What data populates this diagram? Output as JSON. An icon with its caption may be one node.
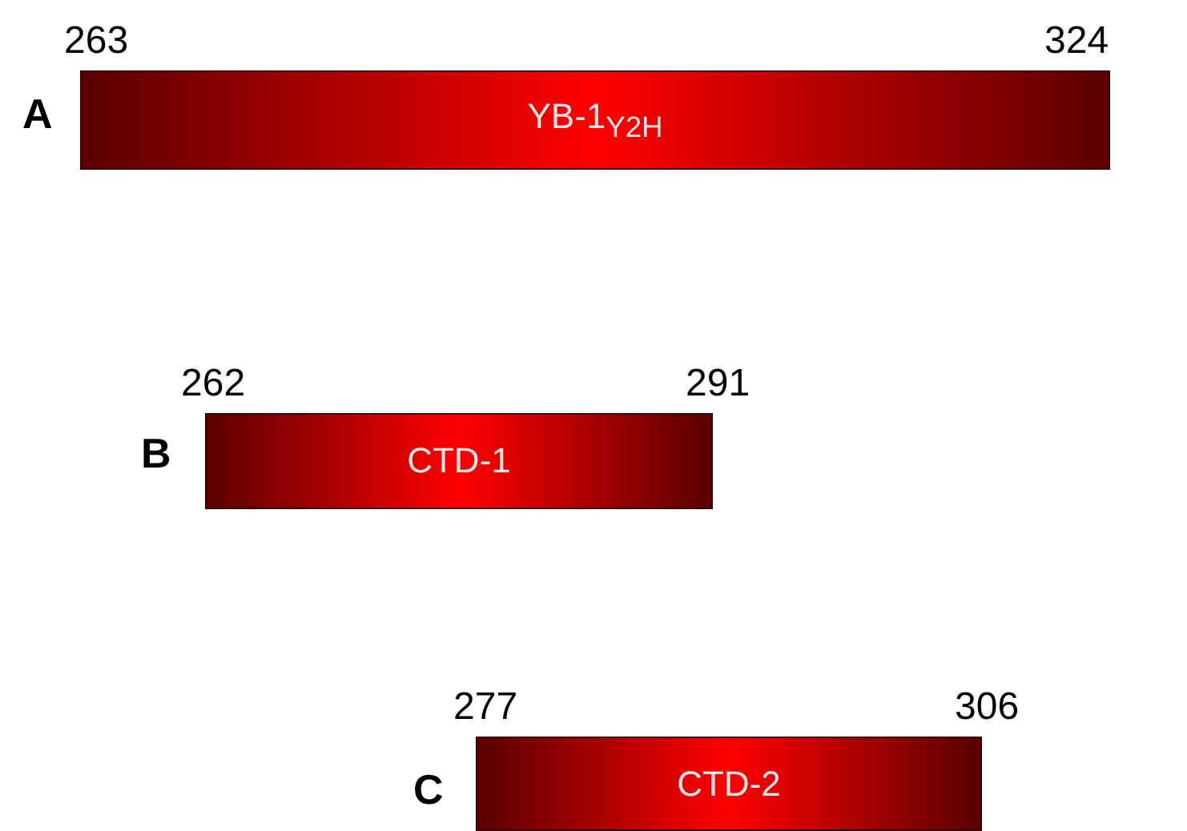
{
  "diagram": {
    "nodes": [
      {
        "text": [
          "YB-1$_{Y2H}$"
        ]
      },
      {
        "text": [
          "CTD-1"
        ]
      },
      {
        "text": [
          "CTD-2"
        ]
      }
    ],
    "labels": [
      "263",
      "324",
      "A",
      "262",
      "291",
      "B",
      "277",
      "306",
      "C"
    ]
  }
}
